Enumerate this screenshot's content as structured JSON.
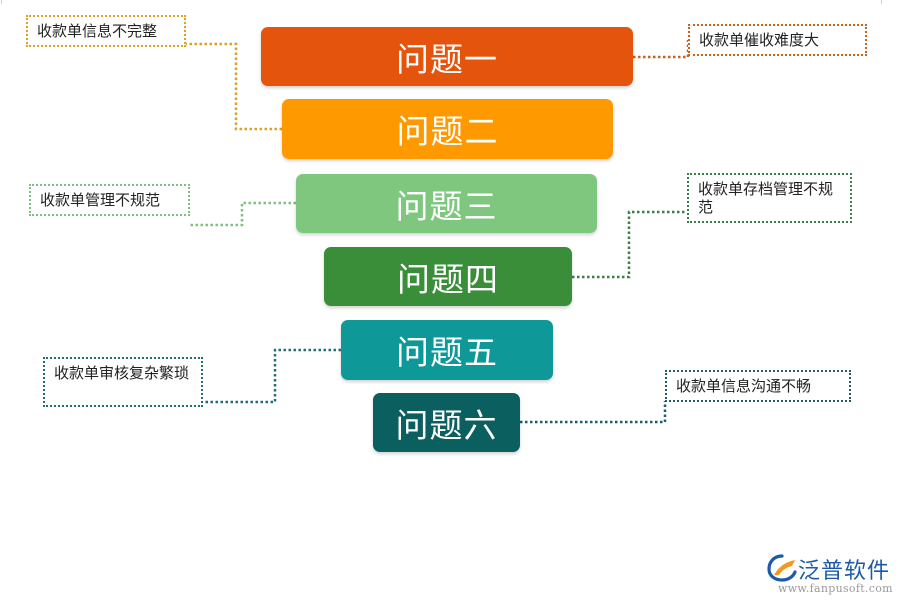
{
  "funnel": {
    "levels": [
      {
        "label": "问题一",
        "note": "收款单催收难度大",
        "color": "#E4540C",
        "note_color": "#C8601E"
      },
      {
        "label": "问题二",
        "note": "收款单信息不完整",
        "color": "#FF9900",
        "note_color": "#DDA020"
      },
      {
        "label": "问题三",
        "note": "收款单管理不规范",
        "color": "#7FC77F",
        "note_color": "#7FBF7F"
      },
      {
        "label": "问题四",
        "note": "收款单存档管理不规范",
        "color": "#3A8E3A",
        "note_color": "#3A7E4A"
      },
      {
        "label": "问题五",
        "note": "收款单审核复杂繁琐",
        "color": "#0E9898",
        "note_color": "#206E74"
      },
      {
        "label": "问题六",
        "note": "收款单信息沟通不畅",
        "color": "#0C5F5F",
        "note_color": "#1E5E6A"
      }
    ]
  },
  "logo": {
    "name": "泛普软件",
    "url": "www.fanpusoft.com",
    "colors": {
      "blue": "#1B5BA6",
      "orange": "#F39A1E"
    },
    "icon": "fanpu-logo-icon"
  }
}
